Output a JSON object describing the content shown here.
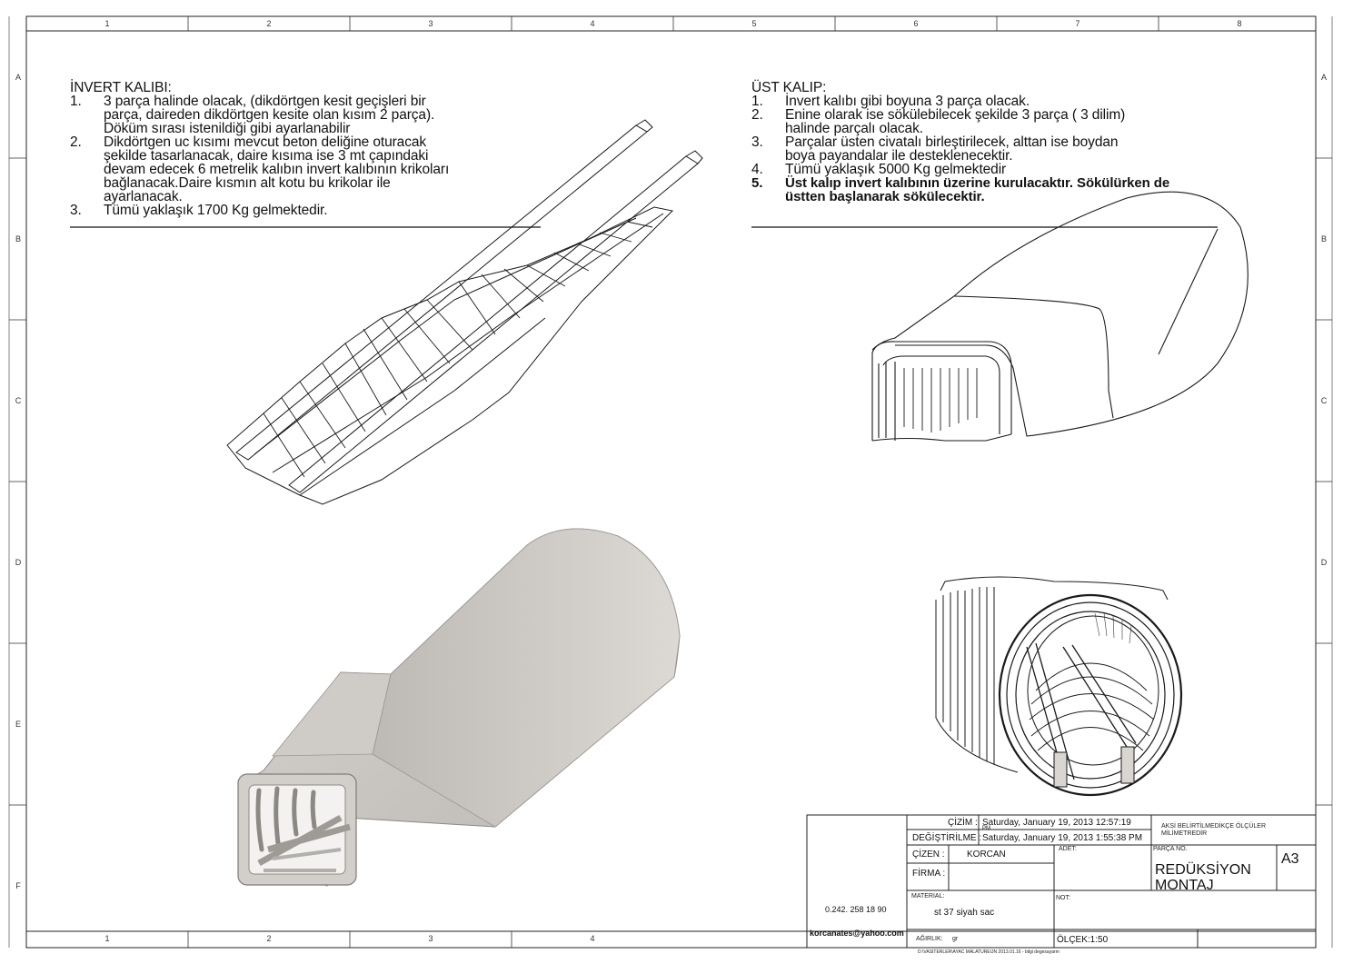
{
  "zones": {
    "numbers": [
      "1",
      "2",
      "3",
      "4",
      "5",
      "6",
      "7",
      "8"
    ],
    "letters": [
      "A",
      "B",
      "C",
      "D",
      "E",
      "F"
    ]
  },
  "invert": {
    "title": "İNVERT KALIBI:",
    "items": [
      {
        "num": "1.",
        "lines": [
          "3 parça halinde olacak, (dikdörtgen kesit geçişleri  bir",
          "parça, daireden dikdörtgen kesite olan kısım 2 parça).",
          "Döküm sırası istenildiği gibi ayarlanabilir"
        ]
      },
      {
        "num": "2.",
        "lines": [
          "Dikdörtgen uc kısımı mevcut beton deliğine oturacak",
          "şekilde tasarlanacak, daire kısıma ise 3 mt çapındaki",
          "devam edecek 6 metrelik kalıbın invert kalıbının krikoları",
          "bağlanacak.Daire kısmın alt kotu bu krikolar ile",
          "ayarlanacak."
        ]
      },
      {
        "num": "3.",
        "lines": [
          "Tümü yaklaşık 1700 Kg gelmektedir."
        ]
      }
    ]
  },
  "ust": {
    "title": "ÜST KALIP:",
    "items": [
      {
        "num": "1.",
        "lines": [
          "İnvert kalıbı gibi boyuna 3 parça olacak."
        ],
        "bold": false
      },
      {
        "num": "2.",
        "lines": [
          "Enine olarak ise sökülebilecek şekilde 3 parça ( 3 dilim)",
          "halinde  parçalı olacak."
        ],
        "bold": false
      },
      {
        "num": "3.",
        "lines": [
          "Parçalar üsten civatalı birleştirilecek, alttan ise boydan",
          "boya payandalar ile desteklenecektir."
        ],
        "bold": false
      },
      {
        "num": "4.",
        "lines": [
          "Tümü yaklaşık 5000 Kg gelmektedir"
        ],
        "bold": false
      },
      {
        "num": "5.",
        "lines": [
          "Üst kalıp invert kalıbının üzerine kurulacaktır. Sökülürken de",
          "üstten başlanarak sökülecektir."
        ],
        "bold": true
      }
    ]
  },
  "titleblock": {
    "phone": "0.242. 258 18 90",
    "email": "korcanates@yahoo.com",
    "cizim_label": "ÇİZİM :",
    "cizim_value": "Saturday, January 19, 2013 12:57:19",
    "cizim_value_tail": "PM",
    "degistirilme_label": "DEĞİŞTİRİLME :",
    "degistirilme_value": "Saturday, January 19, 2013 1:55:38 PM",
    "cizen_label": "ÇİZEN :",
    "cizen_value": "KORCAN",
    "firma_label": "FİRMA :",
    "adet_label": "ADET:",
    "parca_no_label": "PARÇA NO.",
    "part_name_line1": "REDÜKSİYON",
    "part_name_line2": "MONTAJ",
    "tolerance_line1": "AKSİ BELİRTİLMEDİKÇE ÖLÇÜLER",
    "tolerance_line2": "MİLİMETREDİR",
    "size": "A3",
    "material_label": "MATERIAL:",
    "material_value": "st 37 siyah sac",
    "not_label": "NOT:",
    "agirlik_label": "AĞIRLIK:",
    "agirlik_unit": "gr",
    "olcek": "ÖLÇEK:1:50",
    "file_path": "D:\\VASITERLER\\AYAC MALATUREIJN 2013.01.16 - bilgi degesayarm"
  },
  "colors": {
    "line": "#1a1a1a",
    "render_fill": "#c9c6c2",
    "render_shade": "#a9a5a0"
  }
}
